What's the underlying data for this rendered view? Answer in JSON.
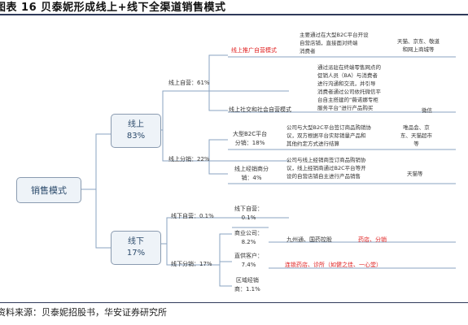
{
  "title": "图表 16 贝泰妮形成线上+线下全渠道销售模式",
  "source": "资料来源：贝泰妮招股书，华安证券研究所",
  "colors": {
    "rule": "#2f3a5a",
    "highlight": "#e02020",
    "box_fill": "#eef3f8",
    "box_border": "#8a9bb0"
  },
  "root": {
    "label": "销售模式"
  },
  "online": {
    "label": "线上",
    "share": "83%",
    "direct": {
      "label": "线上自营：61%",
      "platform": {
        "label": "线上推广自营模式",
        "desc": [
          "主要通过在大型B2C平台开设",
          "自营店铺，直接面对终端",
          "消费者"
        ],
        "platforms": [
          "天猫、京东、敬道",
          "和网上商城等"
        ]
      },
      "social": {
        "label": "线上社交和社会自营模式",
        "desc": [
          "通过派驻在终端零售网点的",
          "促销人员（BA）与消费者",
          "进行沟通和交流，并引导",
          "消费者通过公司依托微信平",
          "台自主搭建的“薇诺娜专柜",
          "服务平台”进行产品购买"
        ],
        "platforms": [
          "微信"
        ]
      }
    },
    "distribution": {
      "label": "线上分销：22%",
      "b2c": {
        "label": [
          "大型B2C平台",
          "分销：18%"
        ],
        "desc": [
          "公司与大型B2C平台签订商品购销协",
          "议，双方根据平台实际销量产品和",
          "其他约定方式进行结算"
        ],
        "platforms": [
          "唯品会、京",
          "东、天猫超市",
          "等"
        ]
      },
      "dealer": {
        "label": [
          "线上经销商分",
          "销：4%"
        ],
        "desc": [
          "公司与线上经销商签订商品购销协",
          "议，线上经销商通过B2C平台等开",
          "设的自营店铺自主进行产品销售"
        ],
        "platforms": [
          "天猫等"
        ]
      }
    }
  },
  "offline": {
    "label": "线下",
    "share": "17%",
    "direct": {
      "label": "线下自营：0.1%",
      "node": [
        "线下自营：",
        "0.1%"
      ]
    },
    "distribution": {
      "label": "线下分销：17%",
      "business": {
        "label": [
          "商业公司：",
          "8.2%"
        ],
        "partners": "九州通、国药控股",
        "channels": "药店、分销"
      },
      "key_accounts": {
        "label": [
          "直供客户：",
          "7.4%"
        ],
        "partners": "连锁药店、诊所（如健之佳、一心堂）"
      },
      "regional": {
        "label": [
          "区域经销",
          "商：1.1%"
        ]
      }
    }
  }
}
